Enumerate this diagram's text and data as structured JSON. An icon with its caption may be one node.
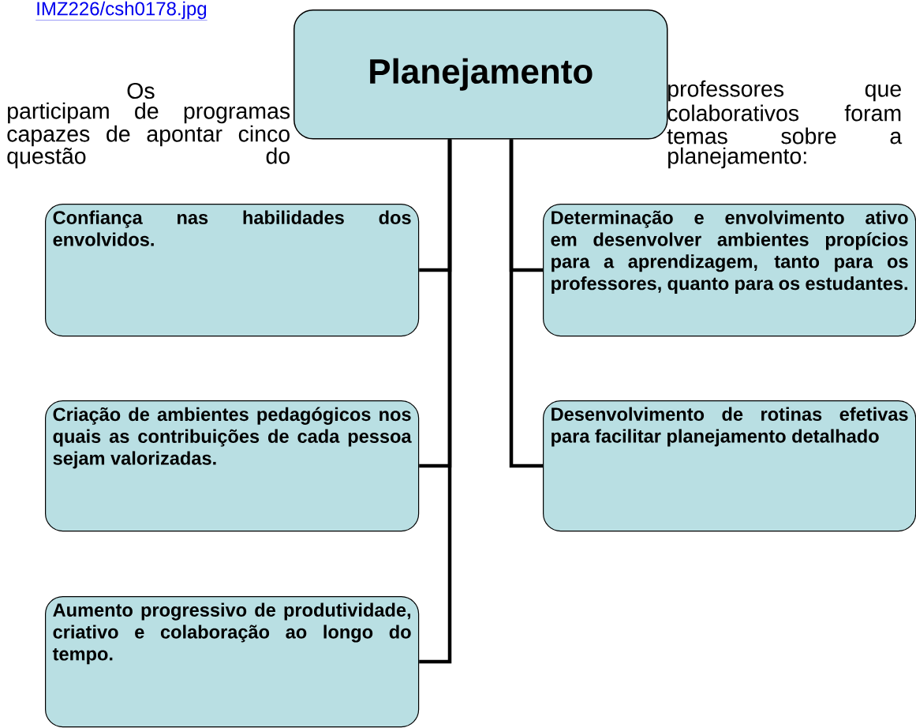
{
  "diagram": {
    "nodes": [
      {
        "text": [
          "Planejamento"
        ]
      },
      {
        "text": [
          "Confiança nas habilidades dos envolvidos."
        ]
      },
      {
        "text": [
          "Determinação e envolvimento ativo em desenvolver ambientes propícios para a aprendizagem, tanto para os professores, quanto para os estudantes."
        ]
      },
      {
        "text": [
          "Criação de ambientes pedagógicos nos quais as contribuições de cada pessoa sejam valorizadas."
        ]
      },
      {
        "text": [
          "Desenvolvimento de rotinas efetivas para facilitar planejamento detalhado"
        ]
      },
      {
        "text": [
          "Aumento progressivo de produtividade, criativo e colaboração ao longo do tempo."
        ]
      }
    ],
    "edges": [
      {
        "from": 0,
        "to": 1,
        "arrow": "none"
      },
      {
        "from": 0,
        "to": 2,
        "arrow": "none"
      },
      {
        "from": 0,
        "to": 3,
        "arrow": "none"
      },
      {
        "from": 0,
        "to": 4,
        "arrow": "none"
      },
      {
        "from": 0,
        "to": 5,
        "arrow": "none"
      }
    ],
    "labels": [
      "IMZ226/csh0178.jpg",
      "Os",
      "professores que",
      "participam de programas",
      "colaborativos foram",
      "capazes de apontar cinco",
      "temas sobre a",
      "questão do",
      "planejamento:"
    ]
  }
}
